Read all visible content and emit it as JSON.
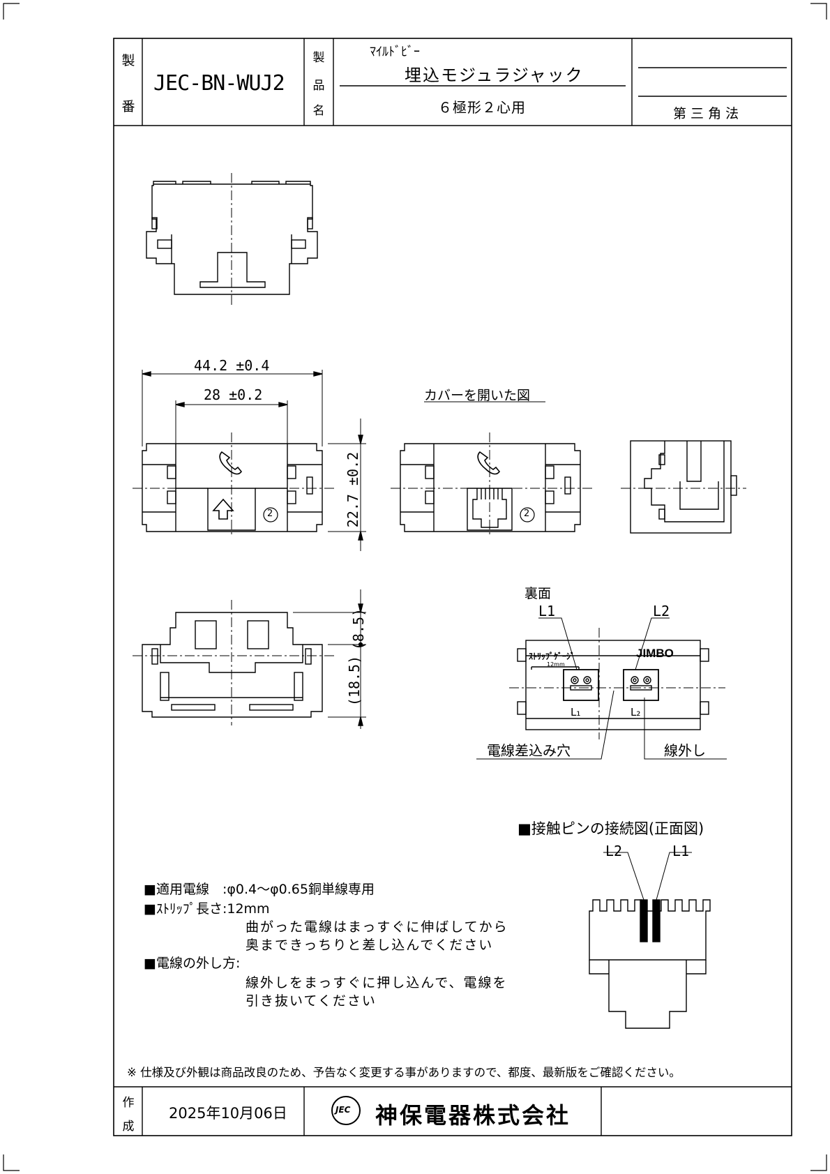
{
  "header": {
    "part_no_label": [
      "製",
      "番"
    ],
    "part_no": "JEC-BN-WUJ2",
    "product_name_label": [
      "製",
      "品",
      "名"
    ],
    "series": "ﾏｲﾙﾄﾞﾋﾞｰ",
    "product_name": "埋込モジュラジャック",
    "product_spec": "６極形２心用",
    "projection": "第 三 角 法"
  },
  "views": {
    "dim_width": "44.2 ±0.4",
    "dim_inner": "28 ±0.2",
    "dim_height": "22.7 ±0.2",
    "dim_upper": "(8.5)",
    "dim_lower": "(18.5)",
    "cover_open_label": "カバーを開いた図",
    "circled_2": "2",
    "rear_label": "裏面",
    "l1": "L1",
    "l2": "L2",
    "strip_gauge": "ｽﾄﾘｯﾌﾟｹﾞｰｼﾞ",
    "strip_gauge_len": "12mm",
    "brand": "JIMBO",
    "slot_l1": "L₁",
    "slot_l2": "L₂",
    "wire_hole_label": "電線差込み穴",
    "release_label": "線外し",
    "pin_title": "■接触ピンの接続図(正面図)",
    "pin_l2": "L2",
    "pin_l1": "L1"
  },
  "notes": {
    "wire_line": "■適用電線　:φ0.4～φ0.65銅単線専用",
    "strip_line": "■ｽﾄﾘｯﾌﾟ長さ:12mm",
    "strip_note1": "曲がった電線はまっすぐに伸ばしてから",
    "strip_note2": "奥まできっちりと差し込んでください",
    "removal_line": "■電線の外し方:",
    "removal_note1": "線外しをまっすぐに押し込んで、電線を",
    "removal_note2": "引き抜いてください",
    "disclaimer": "※ 仕様及び外観は商品改良のため、予告なく変更する事がありますので、都度、最新版をご確認ください。"
  },
  "footer": {
    "created_label": [
      "作",
      "成"
    ],
    "date": "2025年10月06日",
    "logo_mark": "JEC",
    "company": "神保電器株式会社"
  }
}
